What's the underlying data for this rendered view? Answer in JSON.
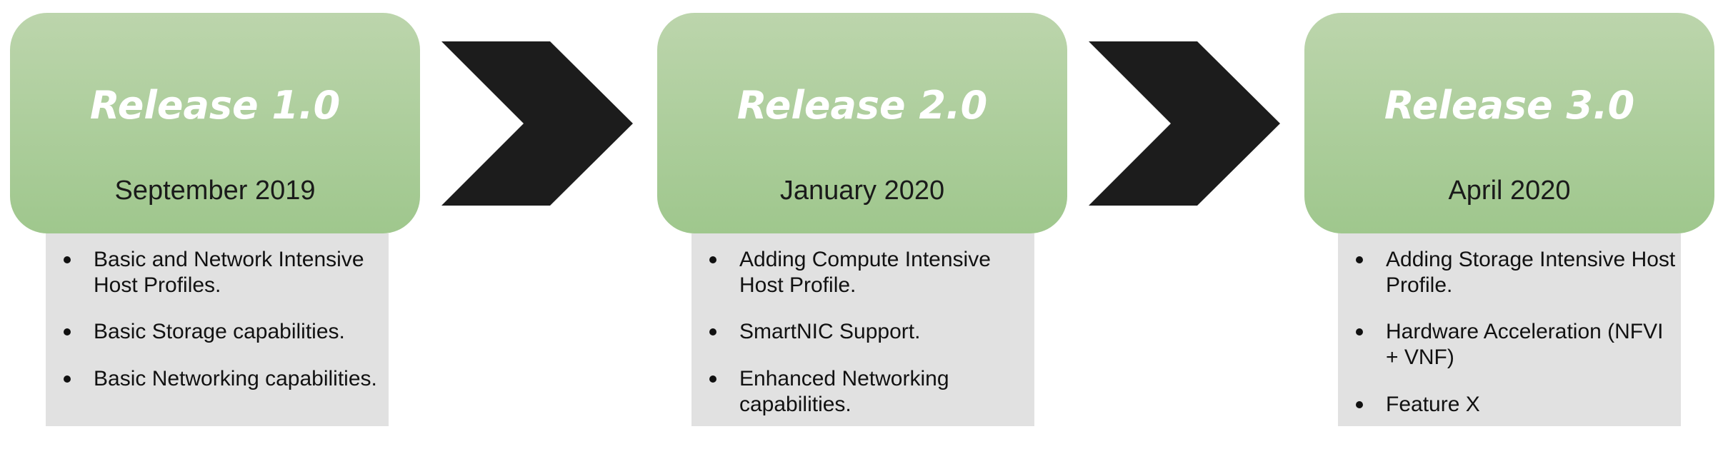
{
  "releases": [
    {
      "title": "Release 1.0",
      "date": "September 2019",
      "items": [
        "Basic and Network Intensive Host Profiles.",
        "Basic Storage capabilities.",
        "Basic Networking capabilities."
      ]
    },
    {
      "title": "Release 2.0",
      "date": "January 2020",
      "items": [
        "Adding Compute Intensive Host Profile.",
        "SmartNIC Support.",
        "Enhanced Networking capabilities."
      ]
    },
    {
      "title": "Release 3.0",
      "date": "April 2020",
      "items": [
        "Adding Storage Intensive Host Profile.",
        "Hardware Acceleration (NFVI + VNF)",
        "Feature X"
      ]
    }
  ],
  "colors": {
    "header_top": "#bcd5ac",
    "header_bottom": "#9fc78d",
    "details_background": "#e1e1e1",
    "chevron": "#1c1c1c",
    "title_text": "#ffffff"
  }
}
